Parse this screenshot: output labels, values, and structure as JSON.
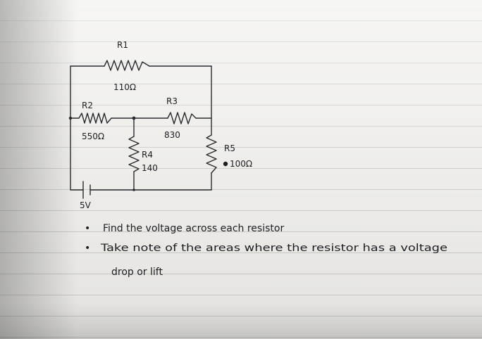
{
  "circuit": {
    "r1": {
      "name": "R1",
      "value": "110Ω"
    },
    "r2": {
      "name": "R2",
      "value": "550Ω"
    },
    "r3": {
      "name": "R3",
      "value": "830"
    },
    "r4": {
      "name": "R4",
      "value": "140"
    },
    "r5": {
      "name": "R5",
      "value": "100Ω"
    },
    "source": {
      "value": "5V"
    }
  },
  "notes": {
    "bullet": "•",
    "line1": "Find the voltage across each resistor",
    "line2": "Take note of the areas where the resistor has a voltage",
    "line3": "drop or lift"
  }
}
